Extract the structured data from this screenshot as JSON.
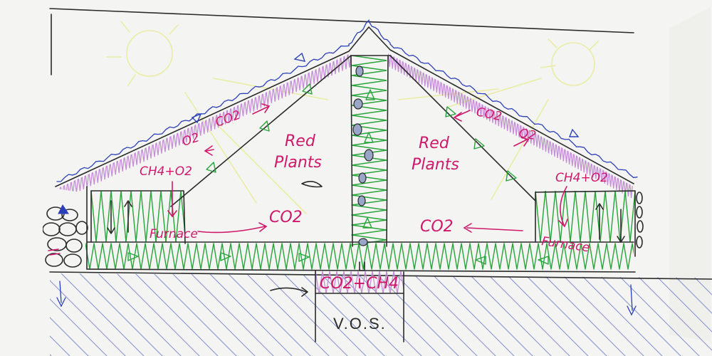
{
  "labels": {
    "co2_left_roof": "CO2",
    "o2_left_roof": "O2",
    "ch4_o2_left": "CH4+O2",
    "red_plants_left": "Red\nPlants",
    "co2_left_floor": "CO2",
    "furnace_left": "Furnace",
    "co2_right_roof": "CO2",
    "o2_right_roof": "O2",
    "red_plants_right": "Red\nPlants",
    "ch4_o2_right": "CH4+O2",
    "co2_right_floor": "CO2",
    "furnace_right": "Furnace",
    "co2_ch4_tank": "CO2+CH4",
    "vos": "V.O.S."
  },
  "colors": {
    "ink_black": "#2a2a2a",
    "ink_pink": "#d0186a",
    "ink_green": "#27a43a",
    "ink_purple": "#c58fd6",
    "ink_blue": "#2b3fb8",
    "ink_yellow": "#e9ec9c",
    "paper": "#f4f4f2"
  },
  "icons": [
    "sun-icon-left",
    "sun-icon-right",
    "rock-pile-icon",
    "pebble-column-icon"
  ]
}
